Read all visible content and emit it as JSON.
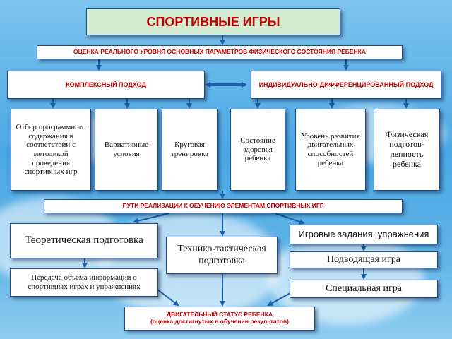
{
  "title": "СПОРТИВНЫЕ ИГРЫ",
  "assessment": "ОЦЕНКА РЕАЛЬНОГО УРОВНЯ ОСНОВНЫХ ПАРАМЕТРОВ ФИЗИЧЕСКОГО СОСТОЯНИЯ РЕБЕНКА",
  "approaches": {
    "complex": "КОМПЛЕКСНЫЙ ПОДХОД",
    "individual": "ИНДИВИДУАЛЬНО-ДИФФЕРЕНЦИРОВАННЫЙ ПОДХОД"
  },
  "components": [
    "Отбор программного содержания в соответствии с методикой проведения спортивных игр",
    "Вариативные условия",
    "Круговая тренировка",
    "Состояние здоровья ребенка",
    "Уровень развития двигательных способностей ребенка",
    "Физическая подготов-ленность ребенка"
  ],
  "paths": "ПУТИ РЕАЛИЗАЦИИ К ОБУЧЕНИЮ ЭЛЕМЕНТАМ СПОРТИВНЫХ ИГР",
  "methods": {
    "theory": "Теоретическая подготовка",
    "transfer": "Передача объема информации о спортивных играх и упражнениях",
    "tactics": "Технико-тактическая подготовка",
    "tasks": "Игровые задания, упражнения",
    "lead_up": "Подводящая игра",
    "special": "Специальная игра"
  },
  "status": {
    "line1": "ДВИГАТЕЛЬНЫЙ СТАТУС РЕБЕНКА",
    "line2": "(оценка достигнутых в обучении результатов)"
  },
  "colors": {
    "header_text": "#c00000",
    "arrow": "#1f5fa8",
    "title_bg": "#d3ecd2"
  }
}
